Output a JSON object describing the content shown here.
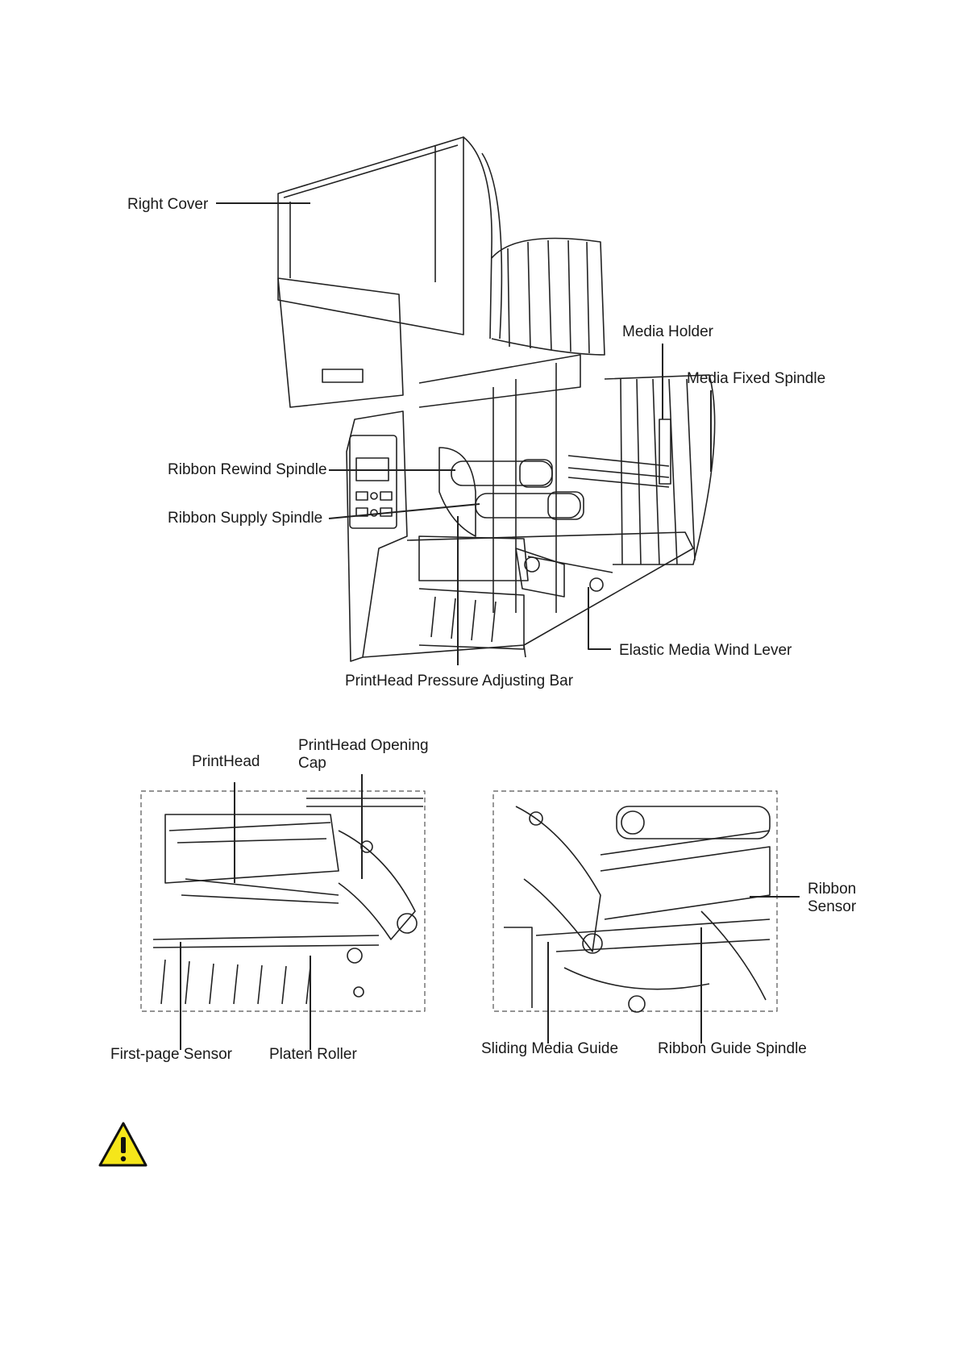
{
  "main_diagram": {
    "labels": {
      "right_cover": "Right Cover",
      "media_holder": "Media Holder",
      "media_fixed_spindle": "Media Fixed Spindle",
      "ribbon_rewind_spindle": "Ribbon Rewind Spindle",
      "ribbon_supply_spindle": "Ribbon Supply Spindle",
      "elastic_media_wind_lever": "Elastic Media Wind Lever",
      "printhead_pressure_adjusting_bar": "PrintHead Pressure Adjusting Bar"
    }
  },
  "detail_left": {
    "labels": {
      "printhead": "PrintHead",
      "printhead_opening_cap_line1": "PrintHead Opening",
      "printhead_opening_cap_line2": "Cap",
      "first_page_sensor": "First-page Sensor",
      "platen_roller": "Platen Roller"
    }
  },
  "detail_right": {
    "labels": {
      "ribbon_sensor_line1": "Ribbon",
      "ribbon_sensor_line2": "Sensor",
      "sliding_media_guide": "Sliding Media Guide",
      "ribbon_guide_spindle": "Ribbon Guide Spindle"
    }
  },
  "warning": {
    "icon": "warning-triangle-icon",
    "fill_color": "#f5e61a",
    "stroke_color": "#111111"
  }
}
